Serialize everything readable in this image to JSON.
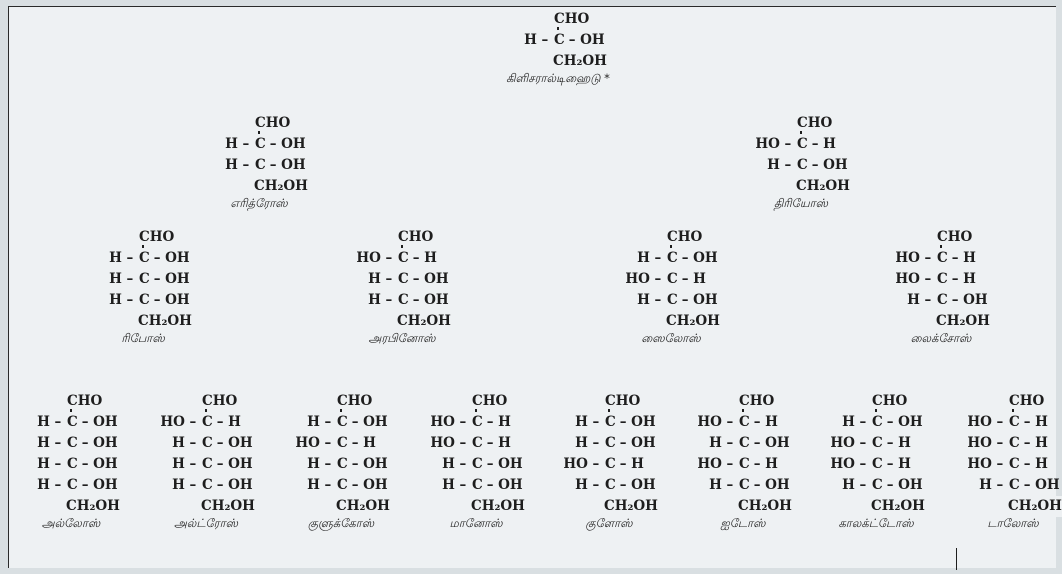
{
  "molecules": [
    {
      "id": "glyceraldehyde",
      "name": "கிளிசரால்டிஹைடு *",
      "rows": [
        [
          "H",
          "OH"
        ]
      ]
    },
    {
      "id": "erythrose",
      "name": "எரித்ரோஸ்",
      "rows": [
        [
          "H",
          "OH"
        ],
        [
          "H",
          "OH"
        ]
      ]
    },
    {
      "id": "threose",
      "name": "திரியோஸ்",
      "rows": [
        [
          "HO",
          "H"
        ],
        [
          "H",
          "OH"
        ]
      ]
    },
    {
      "id": "ribose",
      "name": "ரிபோஸ்",
      "rows": [
        [
          "H",
          "OH"
        ],
        [
          "H",
          "OH"
        ],
        [
          "H",
          "OH"
        ]
      ]
    },
    {
      "id": "arabinose",
      "name": "அரபினோஸ்",
      "rows": [
        [
          "HO",
          "H"
        ],
        [
          "H",
          "OH"
        ],
        [
          "H",
          "OH"
        ]
      ]
    },
    {
      "id": "xylose",
      "name": "ஸைலோஸ்",
      "rows": [
        [
          "H",
          "OH"
        ],
        [
          "HO",
          "H"
        ],
        [
          "H",
          "OH"
        ]
      ]
    },
    {
      "id": "lyxose",
      "name": "லைக்சோஸ்",
      "rows": [
        [
          "HO",
          "H"
        ],
        [
          "HO",
          "H"
        ],
        [
          "H",
          "OH"
        ]
      ]
    },
    {
      "id": "allose",
      "name": "அல்லோஸ்",
      "rows": [
        [
          "H",
          "OH"
        ],
        [
          "H",
          "OH"
        ],
        [
          "H",
          "OH"
        ],
        [
          "H",
          "OH"
        ]
      ]
    },
    {
      "id": "altrose",
      "name": "அல்ட்ரோஸ்",
      "rows": [
        [
          "HO",
          "H"
        ],
        [
          "H",
          "OH"
        ],
        [
          "H",
          "OH"
        ],
        [
          "H",
          "OH"
        ]
      ]
    },
    {
      "id": "glucose",
      "name": "குளுக்கோஸ்",
      "rows": [
        [
          "H",
          "OH"
        ],
        [
          "HO",
          "H"
        ],
        [
          "H",
          "OH"
        ],
        [
          "H",
          "OH"
        ]
      ]
    },
    {
      "id": "mannose",
      "name": "மானோஸ்",
      "rows": [
        [
          "HO",
          "H"
        ],
        [
          "HO",
          "H"
        ],
        [
          "H",
          "OH"
        ],
        [
          "H",
          "OH"
        ]
      ]
    },
    {
      "id": "gulose",
      "name": "குளோஸ்",
      "rows": [
        [
          "H",
          "OH"
        ],
        [
          "H",
          "OH"
        ],
        [
          "HO",
          "H"
        ],
        [
          "H",
          "OH"
        ]
      ]
    },
    {
      "id": "idose",
      "name": "ஐடோஸ்",
      "rows": [
        [
          "HO",
          "H"
        ],
        [
          "H",
          "OH"
        ],
        [
          "HO",
          "H"
        ],
        [
          "H",
          "OH"
        ]
      ]
    },
    {
      "id": "galactose",
      "name": "காலக்ட்டோஸ்",
      "rows": [
        [
          "H",
          "OH"
        ],
        [
          "HO",
          "H"
        ],
        [
          "HO",
          "H"
        ],
        [
          "H",
          "OH"
        ]
      ]
    },
    {
      "id": "talose",
      "name": "டாலோஸ்",
      "rows": [
        [
          "HO",
          "H"
        ],
        [
          "HO",
          "H"
        ],
        [
          "HO",
          "H"
        ],
        [
          "H",
          "OH"
        ]
      ]
    }
  ],
  "groups": {
    "top": "CHO",
    "bottom": "CH₂OH",
    "carbon": "C",
    "dash": "–"
  }
}
